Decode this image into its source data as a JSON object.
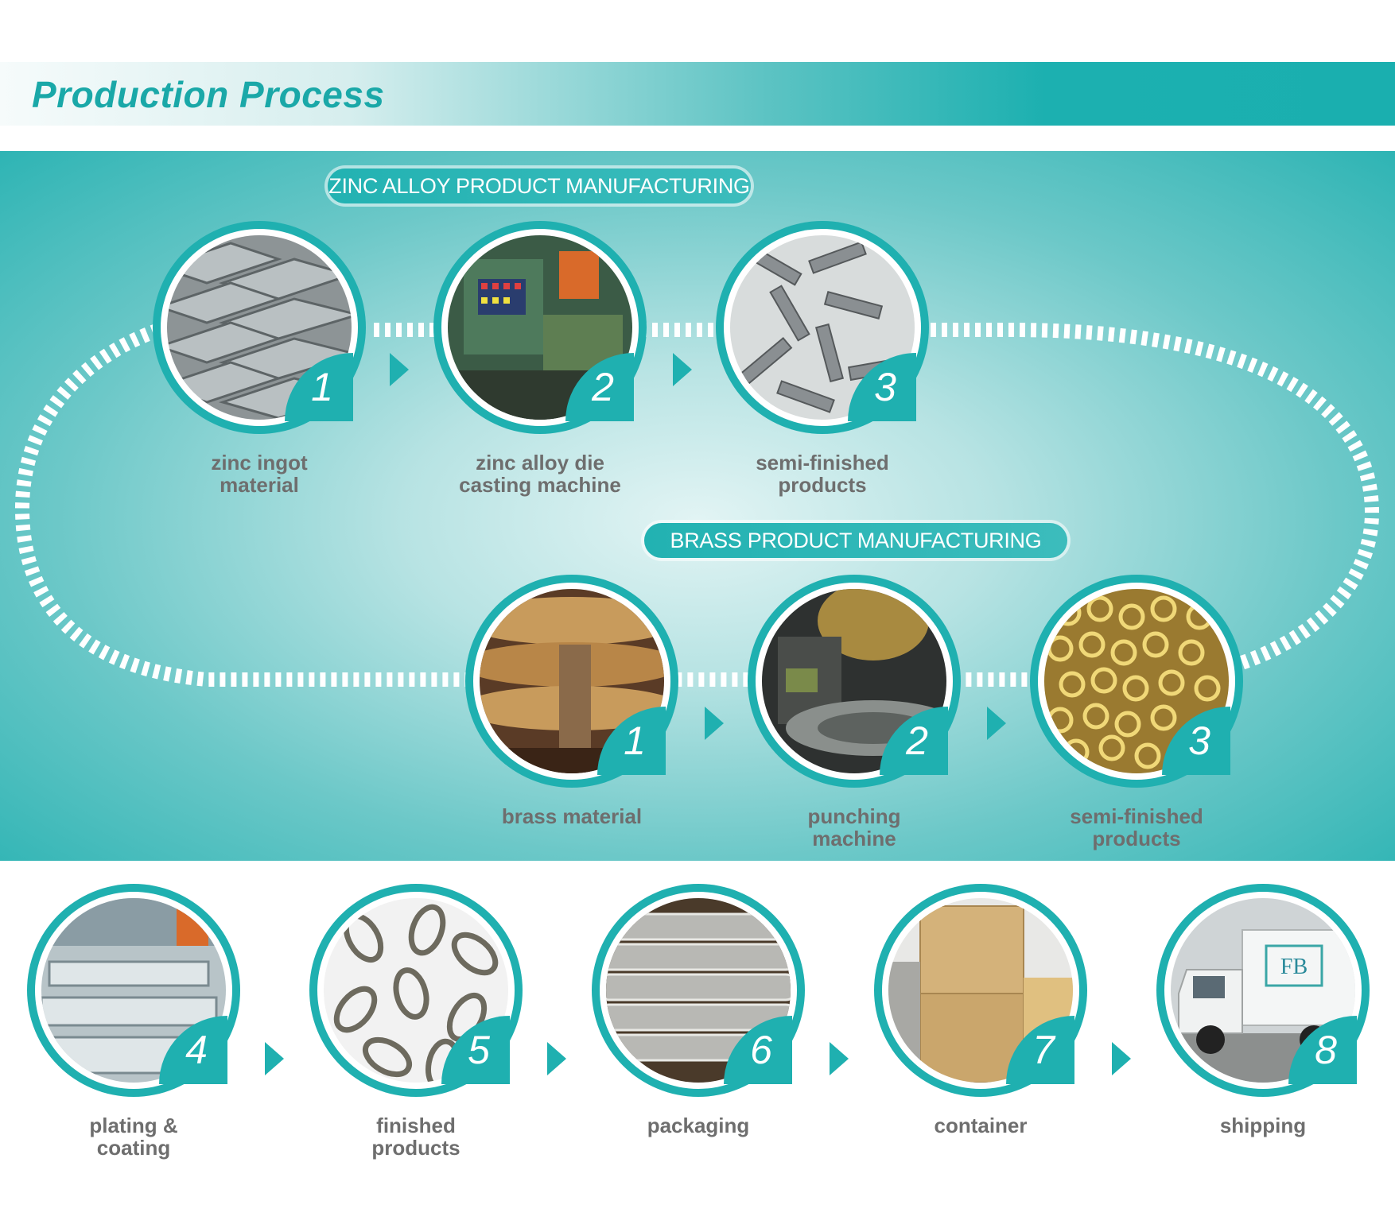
{
  "header": {
    "title": "Production Process"
  },
  "zinc_section": {
    "label": "ZINC ALLOY PRODUCT MANUFACTURING",
    "steps": [
      {
        "number": "1",
        "label": "zinc ingot\nmaterial",
        "photo": "zinc-ingots"
      },
      {
        "number": "2",
        "label": "zinc alloy die\ncasting machine",
        "photo": "die-casting-machine"
      },
      {
        "number": "3",
        "label": "semi-finished\nproducts",
        "photo": "zinc-parts"
      }
    ]
  },
  "brass_section": {
    "label": "BRASS PRODUCT MANUFACTURING",
    "steps": [
      {
        "number": "1",
        "label": "brass material",
        "photo": "brass-coils"
      },
      {
        "number": "2",
        "label": "punching\nmachine",
        "photo": "punching-machine"
      },
      {
        "number": "3",
        "label": "semi-finished\nproducts",
        "photo": "brass-rings"
      }
    ]
  },
  "final_steps": [
    {
      "number": "4",
      "label": "plating &\ncoating",
      "photo": "plating-line"
    },
    {
      "number": "5",
      "label": "finished\nproducts",
      "photo": "snap-hooks"
    },
    {
      "number": "6",
      "label": "packaging",
      "photo": "packed-bags"
    },
    {
      "number": "7",
      "label": "container",
      "photo": "cartons"
    },
    {
      "number": "8",
      "label": "shipping",
      "photo": "delivery-truck",
      "truck_logo": "FB"
    }
  ],
  "colors": {
    "accent": "#1fb0b0",
    "label_text": "#6e6e6e",
    "title_text": "#1aa8a8"
  }
}
